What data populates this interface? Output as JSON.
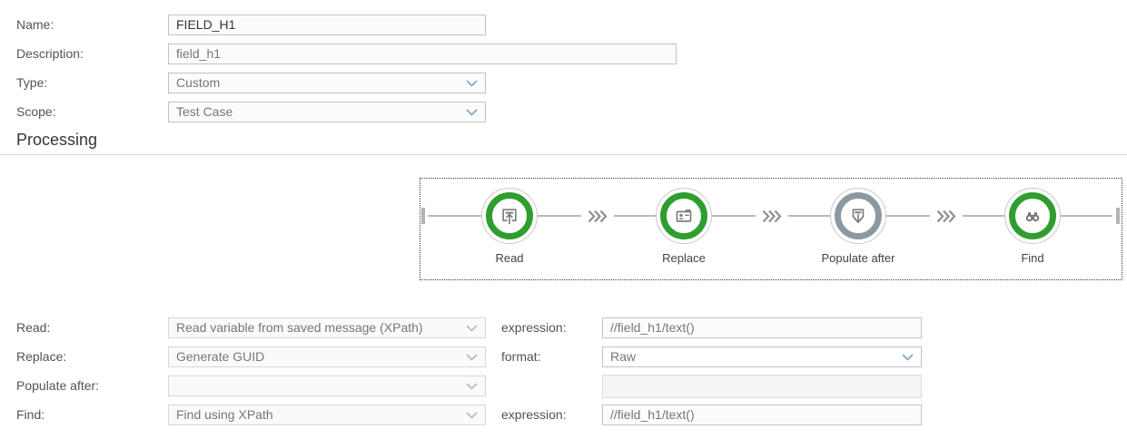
{
  "form": {
    "name": {
      "label": "Name:",
      "value": "FIELD_H1"
    },
    "description": {
      "label": "Description:",
      "value": "field_h1"
    },
    "type": {
      "label": "Type:",
      "value": "Custom"
    },
    "scope": {
      "label": "Scope:",
      "value": "Test Case"
    }
  },
  "processing": {
    "title": "Processing",
    "flow": {
      "nodes": [
        {
          "label": "Read",
          "state": "active",
          "icon": "upload-tray-icon"
        },
        {
          "label": "Replace",
          "state": "active",
          "icon": "business-card-icon"
        },
        {
          "label": "Populate after",
          "state": "inactive",
          "icon": "download-tray-icon"
        },
        {
          "label": "Find",
          "state": "active",
          "icon": "binoculars-icon"
        }
      ]
    },
    "rows": [
      {
        "label": "Read:",
        "selection": "Read variable from saved message (XPath)",
        "param_label": "expression:",
        "param_value": "//field_h1/text()"
      },
      {
        "label": "Replace:",
        "selection": "Generate GUID",
        "param_label": "format:",
        "param_value": "Raw"
      },
      {
        "label": "Populate after:",
        "selection": "",
        "param_label": "",
        "param_value": ""
      },
      {
        "label": "Find:",
        "selection": "Find using XPath",
        "param_label": "expression:",
        "param_value": "//field_h1/text()"
      }
    ]
  },
  "colors": {
    "node_active_ring": "#2f9d2f",
    "node_inactive_ring": "#8d99a2",
    "enabled_dropdown_arrow": "#7fa1c2",
    "disabled_dropdown_arrow": "#b8b8b8"
  }
}
